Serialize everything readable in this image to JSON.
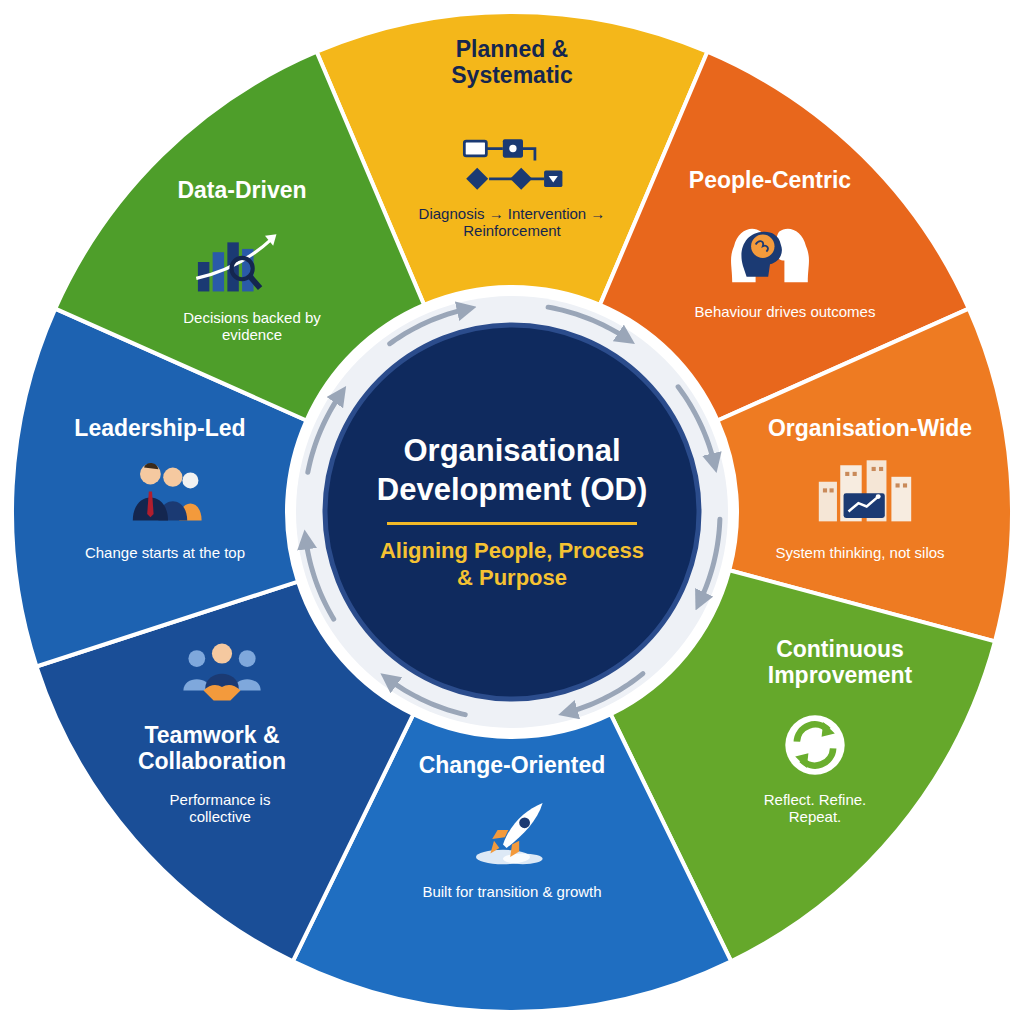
{
  "diagram": {
    "nodes": [
      {
        "text": [
          "Organisational Development (OD)",
          "Aligning People, Process & Purpose"
        ]
      },
      {
        "text": [
          "Planned & Systematic",
          "Diagnosis → Intervention → Reinforcement"
        ]
      },
      {
        "text": [
          "People-Centric",
          "Behaviour drives outcomes"
        ]
      },
      {
        "text": [
          "Organisation-Wide",
          "System thinking, not silos"
        ]
      },
      {
        "text": [
          "Continuous Improvement",
          "Reflect. Refine. Repeat."
        ]
      },
      {
        "text": [
          "Change-Oriented",
          "Built for transition & growth"
        ]
      },
      {
        "text": [
          "Teamwork & Collaboration",
          "Performance is collective"
        ]
      },
      {
        "text": [
          "Leadership-Led",
          "Change starts at the top"
        ]
      },
      {
        "text": [
          "Data-Driven",
          "Decisions backed by evidence"
        ]
      }
    ],
    "edges": [
      {
        "from": 1,
        "to": 2,
        "arrow": "to"
      },
      {
        "from": 2,
        "to": 3,
        "arrow": "to"
      },
      {
        "from": 3,
        "to": 4,
        "arrow": "to"
      },
      {
        "from": 4,
        "to": 5,
        "arrow": "to"
      },
      {
        "from": 5,
        "to": 6,
        "arrow": "to"
      },
      {
        "from": 6,
        "to": 7,
        "arrow": "to"
      },
      {
        "from": 7,
        "to": 8,
        "arrow": "to"
      },
      {
        "from": 8,
        "to": 1,
        "arrow": "to"
      }
    ]
  }
}
